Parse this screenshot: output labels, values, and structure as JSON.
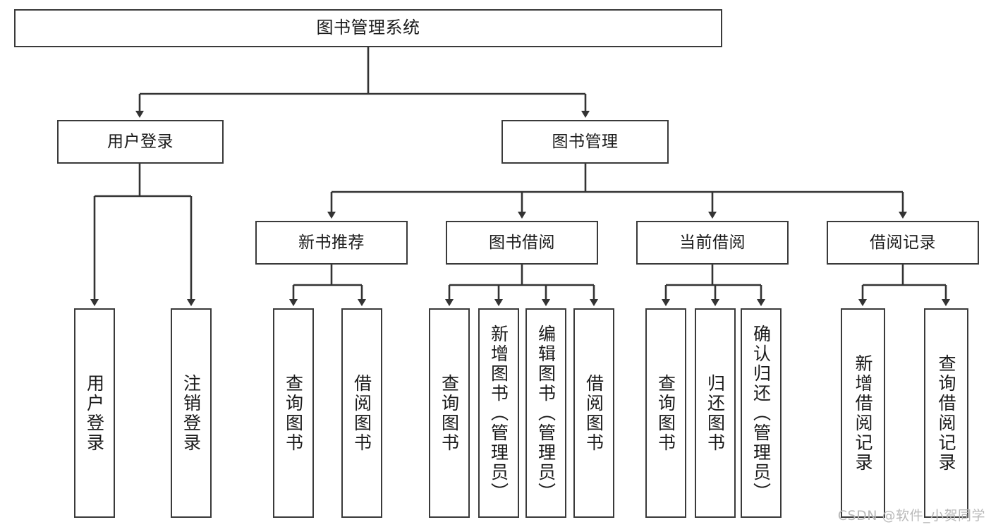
{
  "diagram": {
    "title": "图书管理系统",
    "type": "tree-hierarchy",
    "watermark": "CSDN @软件_小贺同学",
    "colors": {
      "box_border": "#3a3a3a",
      "box_fill": "#ffffff",
      "connector": "#333333",
      "text": "#1a1a1a",
      "watermark": "#b9b9b9"
    },
    "levels": {
      "level1": [
        {
          "id": "root",
          "label": "图书管理系统",
          "orientation": "horizontal"
        }
      ],
      "level2": [
        {
          "id": "user-login",
          "label": "用户登录",
          "orientation": "horizontal"
        },
        {
          "id": "book-manage",
          "label": "图书管理",
          "orientation": "horizontal"
        }
      ],
      "level3": [
        {
          "id": "new-book-rec",
          "label": "新书推荐",
          "orientation": "horizontal"
        },
        {
          "id": "book-borrow",
          "label": "图书借阅",
          "orientation": "horizontal"
        },
        {
          "id": "current-borrow",
          "label": "当前借阅",
          "orientation": "horizontal"
        },
        {
          "id": "borrow-record",
          "label": "借阅记录",
          "orientation": "horizontal"
        }
      ],
      "level4": [
        {
          "id": "leaf-user-login",
          "label": "用户登录",
          "orientation": "vertical",
          "parent": "用户登录"
        },
        {
          "id": "leaf-logout-login",
          "label": "注销登录",
          "orientation": "vertical",
          "parent": "用户登录"
        },
        {
          "id": "leaf-query-book-1",
          "label": "查询图书",
          "orientation": "vertical",
          "parent": "新书推荐"
        },
        {
          "id": "leaf-borrow-book-1",
          "label": "借阅图书",
          "orientation": "vertical",
          "parent": "新书推荐"
        },
        {
          "id": "leaf-query-book-2",
          "label": "查询图书",
          "orientation": "vertical",
          "parent": "图书借阅"
        },
        {
          "id": "leaf-add-book",
          "label": "新增图书（管理员）",
          "orientation": "vertical",
          "parent": "图书借阅"
        },
        {
          "id": "leaf-edit-book",
          "label": "编辑图书（管理员）",
          "orientation": "vertical",
          "parent": "图书借阅"
        },
        {
          "id": "leaf-borrow-book-2",
          "label": "借阅图书",
          "orientation": "vertical",
          "parent": "图书借阅"
        },
        {
          "id": "leaf-query-book-3",
          "label": "查询图书",
          "orientation": "vertical",
          "parent": "当前借阅"
        },
        {
          "id": "leaf-return-book",
          "label": "归还图书",
          "orientation": "vertical",
          "parent": "当前借阅"
        },
        {
          "id": "leaf-confirm-return",
          "label": "确认归还（管理员）",
          "orientation": "vertical",
          "parent": "当前借阅"
        },
        {
          "id": "leaf-add-record",
          "label": "新增借阅记录",
          "orientation": "vertical",
          "parent": "借阅记录"
        },
        {
          "id": "leaf-query-record",
          "label": "查询借阅记录",
          "orientation": "vertical",
          "parent": "借阅记录"
        }
      ]
    }
  }
}
